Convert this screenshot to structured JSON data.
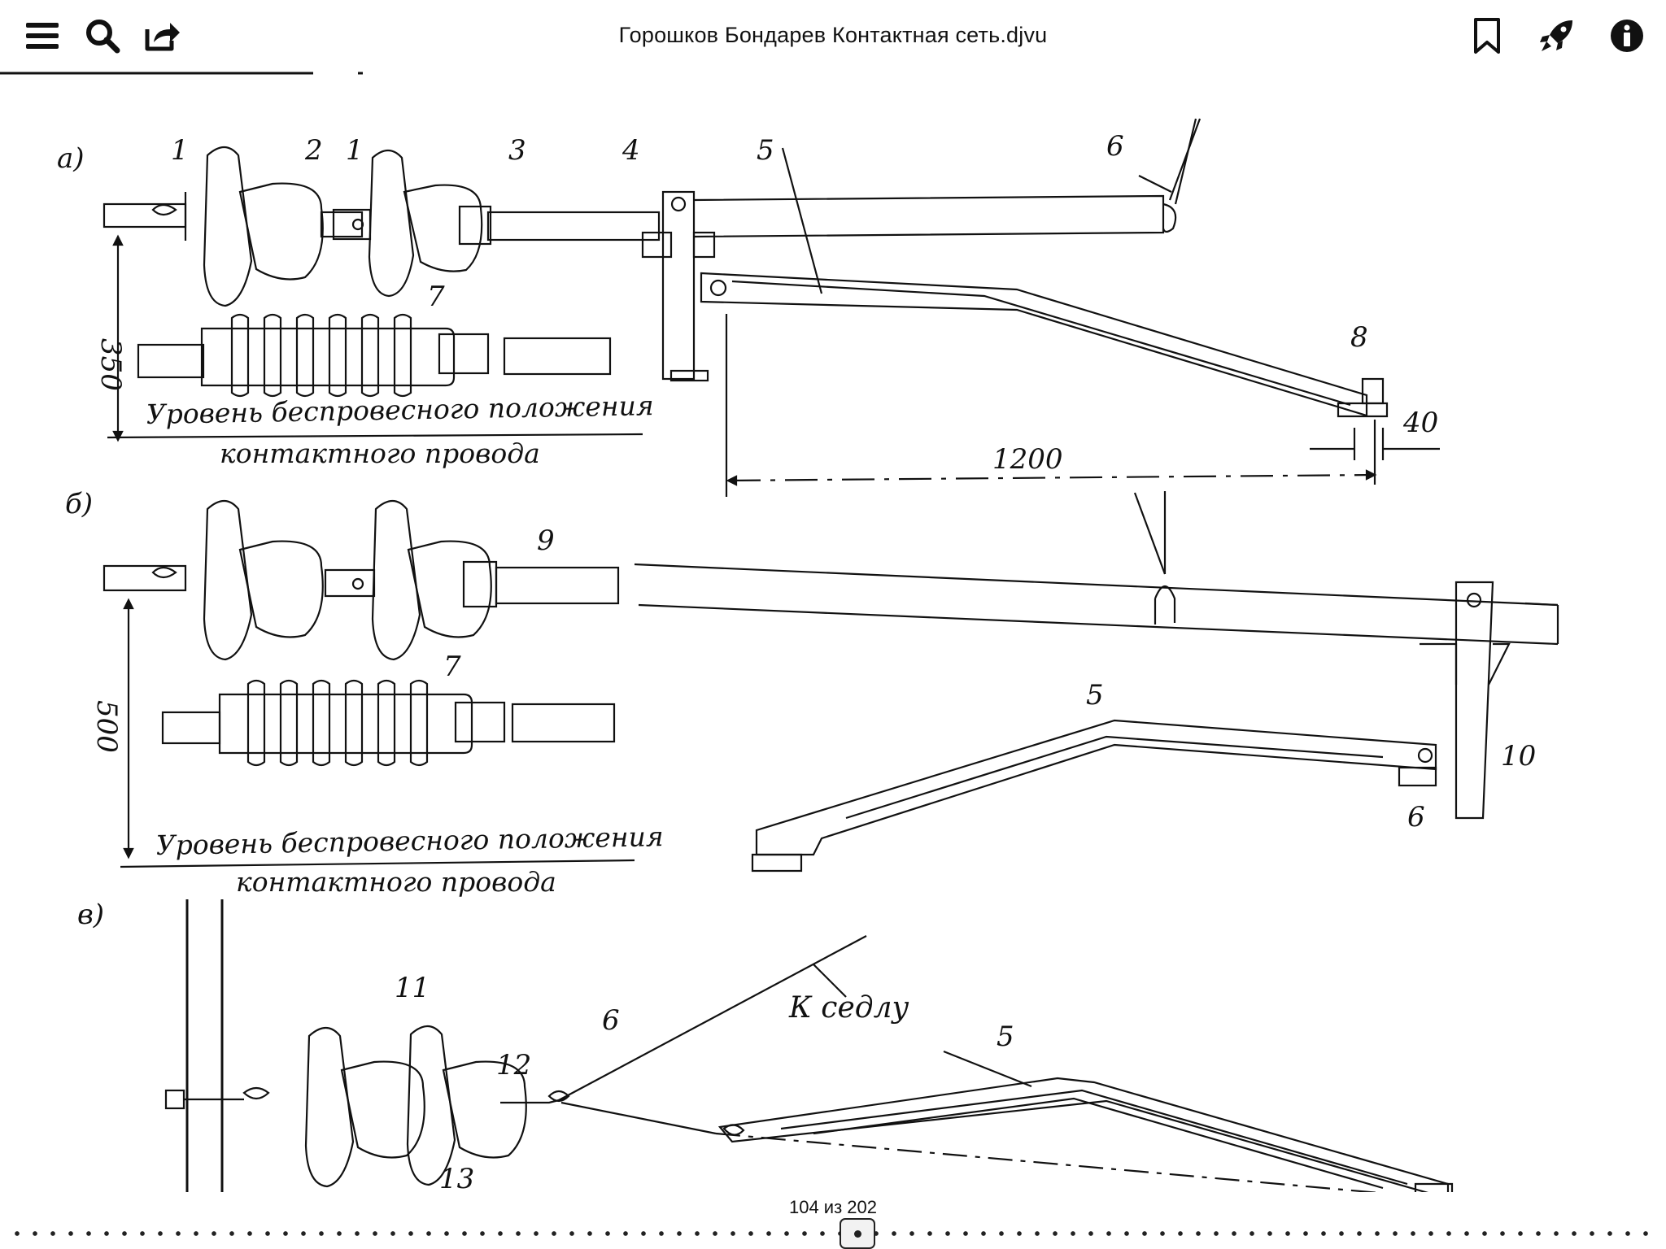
{
  "toolbar": {
    "left_icons": [
      "menu-icon",
      "search-icon",
      "share-icon"
    ],
    "right_icons": [
      "bookmark-icon",
      "rocket-icon",
      "info-icon"
    ],
    "title": "Горошков Бондарев Контактная сеть.djvu"
  },
  "figure": {
    "panel_a": {
      "label": "а)",
      "numbers": [
        "1",
        "2",
        "1",
        "3",
        "4",
        "5",
        "6",
        "7",
        "8"
      ],
      "dim_350": "350",
      "dim_1200": "1200",
      "dim_40": "40",
      "level_line1": "Уровень беспровесного положения",
      "level_line2": "контактного провода"
    },
    "panel_b": {
      "label": "б)",
      "numbers": [
        "9",
        "7",
        "5",
        "10",
        "6"
      ],
      "dim_500": "500",
      "level_line1": "Уровень беспровесного положения",
      "level_line2": "контактного провода"
    },
    "panel_c": {
      "label": "в)",
      "numbers": [
        "11",
        "12",
        "6",
        "5",
        "13"
      ],
      "k_sedlu": "К седлу"
    }
  },
  "footer": {
    "page_counter": "104 из 202",
    "progress": 0.515
  }
}
